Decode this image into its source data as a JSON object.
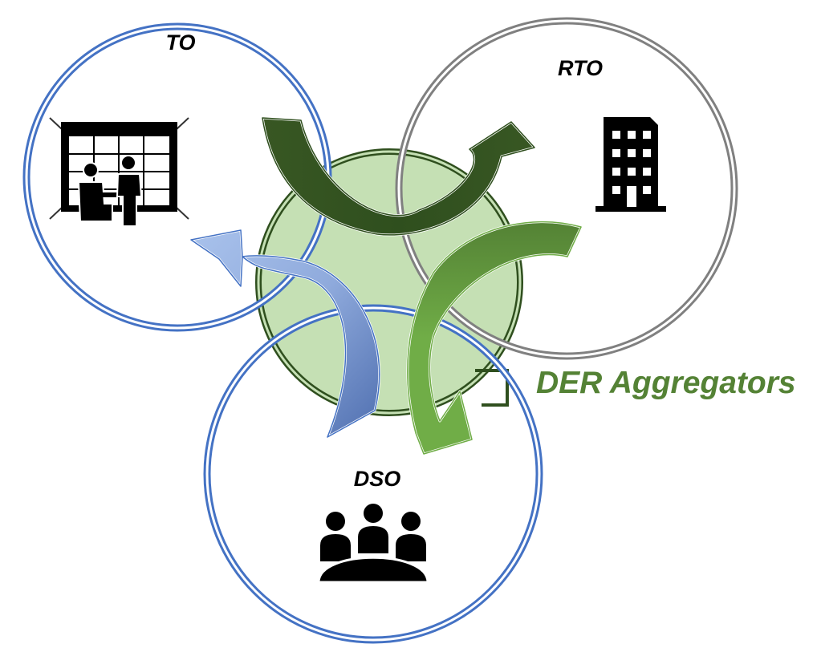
{
  "diagram": {
    "nodes": {
      "to": {
        "label": "TO",
        "icon": "control-room-icon",
        "ring_color": "#4472c4"
      },
      "rto": {
        "label": "RTO",
        "icon": "office-building-icon",
        "ring_color": "#808080"
      },
      "dso": {
        "label": "DSO",
        "icon": "meeting-group-icon",
        "ring_color": "#4472c4"
      },
      "aggregators": {
        "label": "DER Aggregators",
        "fill_color": "#c5e0b4",
        "stroke_color": "#2f4f1e",
        "label_color": "#548235"
      }
    },
    "flows": [
      {
        "name": "to-rto-arrow",
        "color": "#375623"
      },
      {
        "name": "rto-dso-arrow",
        "color": "#70ad47"
      },
      {
        "name": "dso-to-arrow",
        "color": "#8faadc"
      }
    ]
  }
}
